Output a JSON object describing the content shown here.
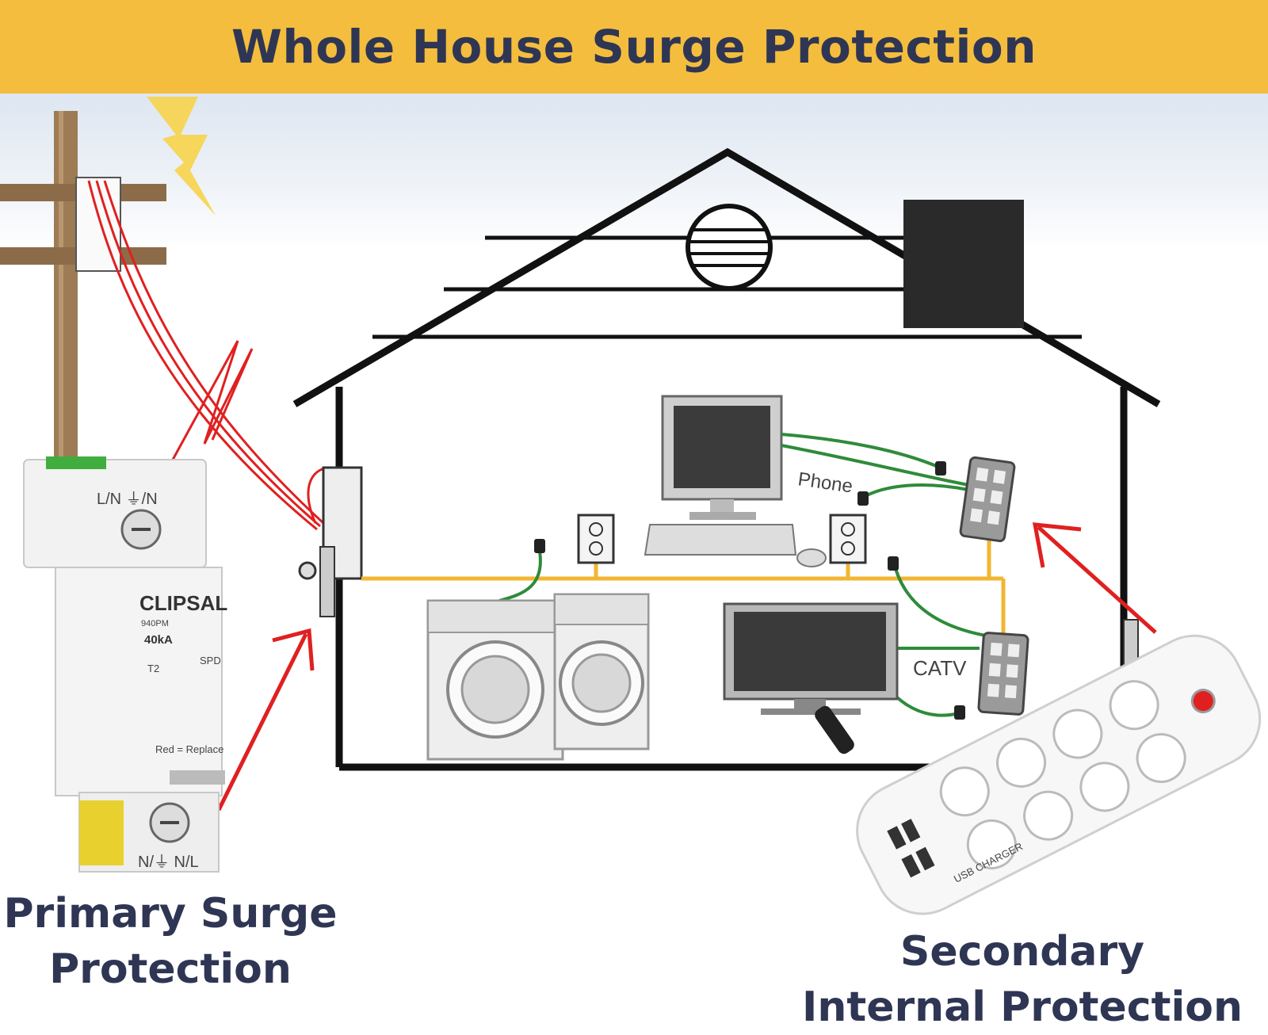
{
  "title": "Whole House Surge Protection",
  "captions": {
    "primary_line1": "Primary Surge",
    "primary_line2": "Protection",
    "secondary_line1": "Secondary",
    "secondary_line2": "Internal Protection"
  },
  "house_labels": {
    "phone": "Phone",
    "catv": "CATV"
  },
  "spd_device": {
    "brand": "CLIPSAL",
    "model": "940PM",
    "rating": "40kA",
    "type": "T2",
    "spd": "SPD",
    "indicator_note": "Red = Replace",
    "top_terminals": "L/N  ⏚/N",
    "bottom_terminals": "N/⏚  N/L"
  },
  "power_board": {
    "usb_label": "USB CHARGER"
  },
  "colors": {
    "banner": "#f4bd3d",
    "title_text": "#2f3654",
    "surge_red": "#e02020",
    "data_cable_green": "#2e8b3a",
    "power_line_yellow": "#f2b632"
  }
}
